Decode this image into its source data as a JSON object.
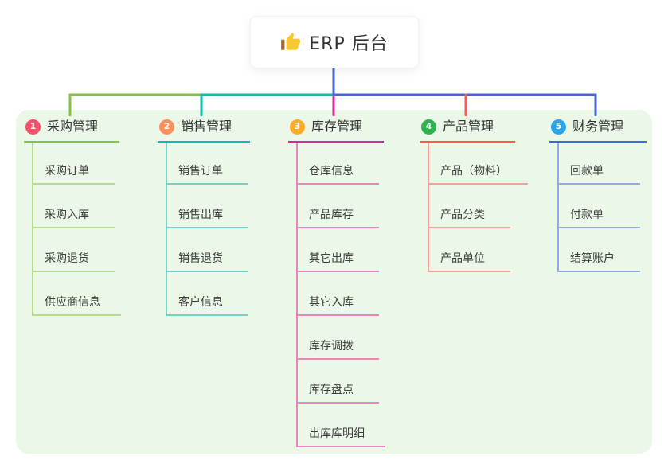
{
  "root": {
    "label": "ERP 后台",
    "icon": "thumbs-up-icon",
    "icon_colors": {
      "hand": "#f7c832",
      "cuff": "#a86a2f"
    }
  },
  "colors": {
    "canvas_bg": "#ebf7e7",
    "root_stem": "#4765d8",
    "node_text": "#333333",
    "child_text": "#3d3d3d"
  },
  "branches": [
    {
      "number": "1",
      "label": "采购管理",
      "badge_color": "#f3506b",
      "line_color": "#84c043",
      "child_line_color": "#b5dc8e",
      "children": [
        "采购订单",
        "采购入库",
        "采购退货",
        "供应商信息"
      ]
    },
    {
      "number": "2",
      "label": "销售管理",
      "badge_color": "#f9905a",
      "line_color": "#10b9a8",
      "child_line_color": "#76d1c7",
      "children": [
        "销售订单",
        "销售出库",
        "销售退货",
        "客户信息"
      ]
    },
    {
      "number": "3",
      "label": "库存管理",
      "badge_color": "#fbab24",
      "line_color": "#d02e90",
      "child_line_color": "#ee84bf",
      "children": [
        "仓库信息",
        "产品库存",
        "其它出库",
        "其它入库",
        "库存调拨",
        "库存盘点",
        "出库库明细"
      ]
    },
    {
      "number": "4",
      "label": "产品管理",
      "badge_color": "#2eb34f",
      "line_color": "#f75a55",
      "child_line_color": "#f9a09a",
      "children": [
        "产品（物料）",
        "产品分类",
        "产品单位"
      ]
    },
    {
      "number": "5",
      "label": "财务管理",
      "badge_color": "#29a3e9",
      "line_color": "#4765d8",
      "child_line_color": "#94a7e6",
      "children": [
        "回款单",
        "付款单",
        "结算账户"
      ]
    }
  ]
}
